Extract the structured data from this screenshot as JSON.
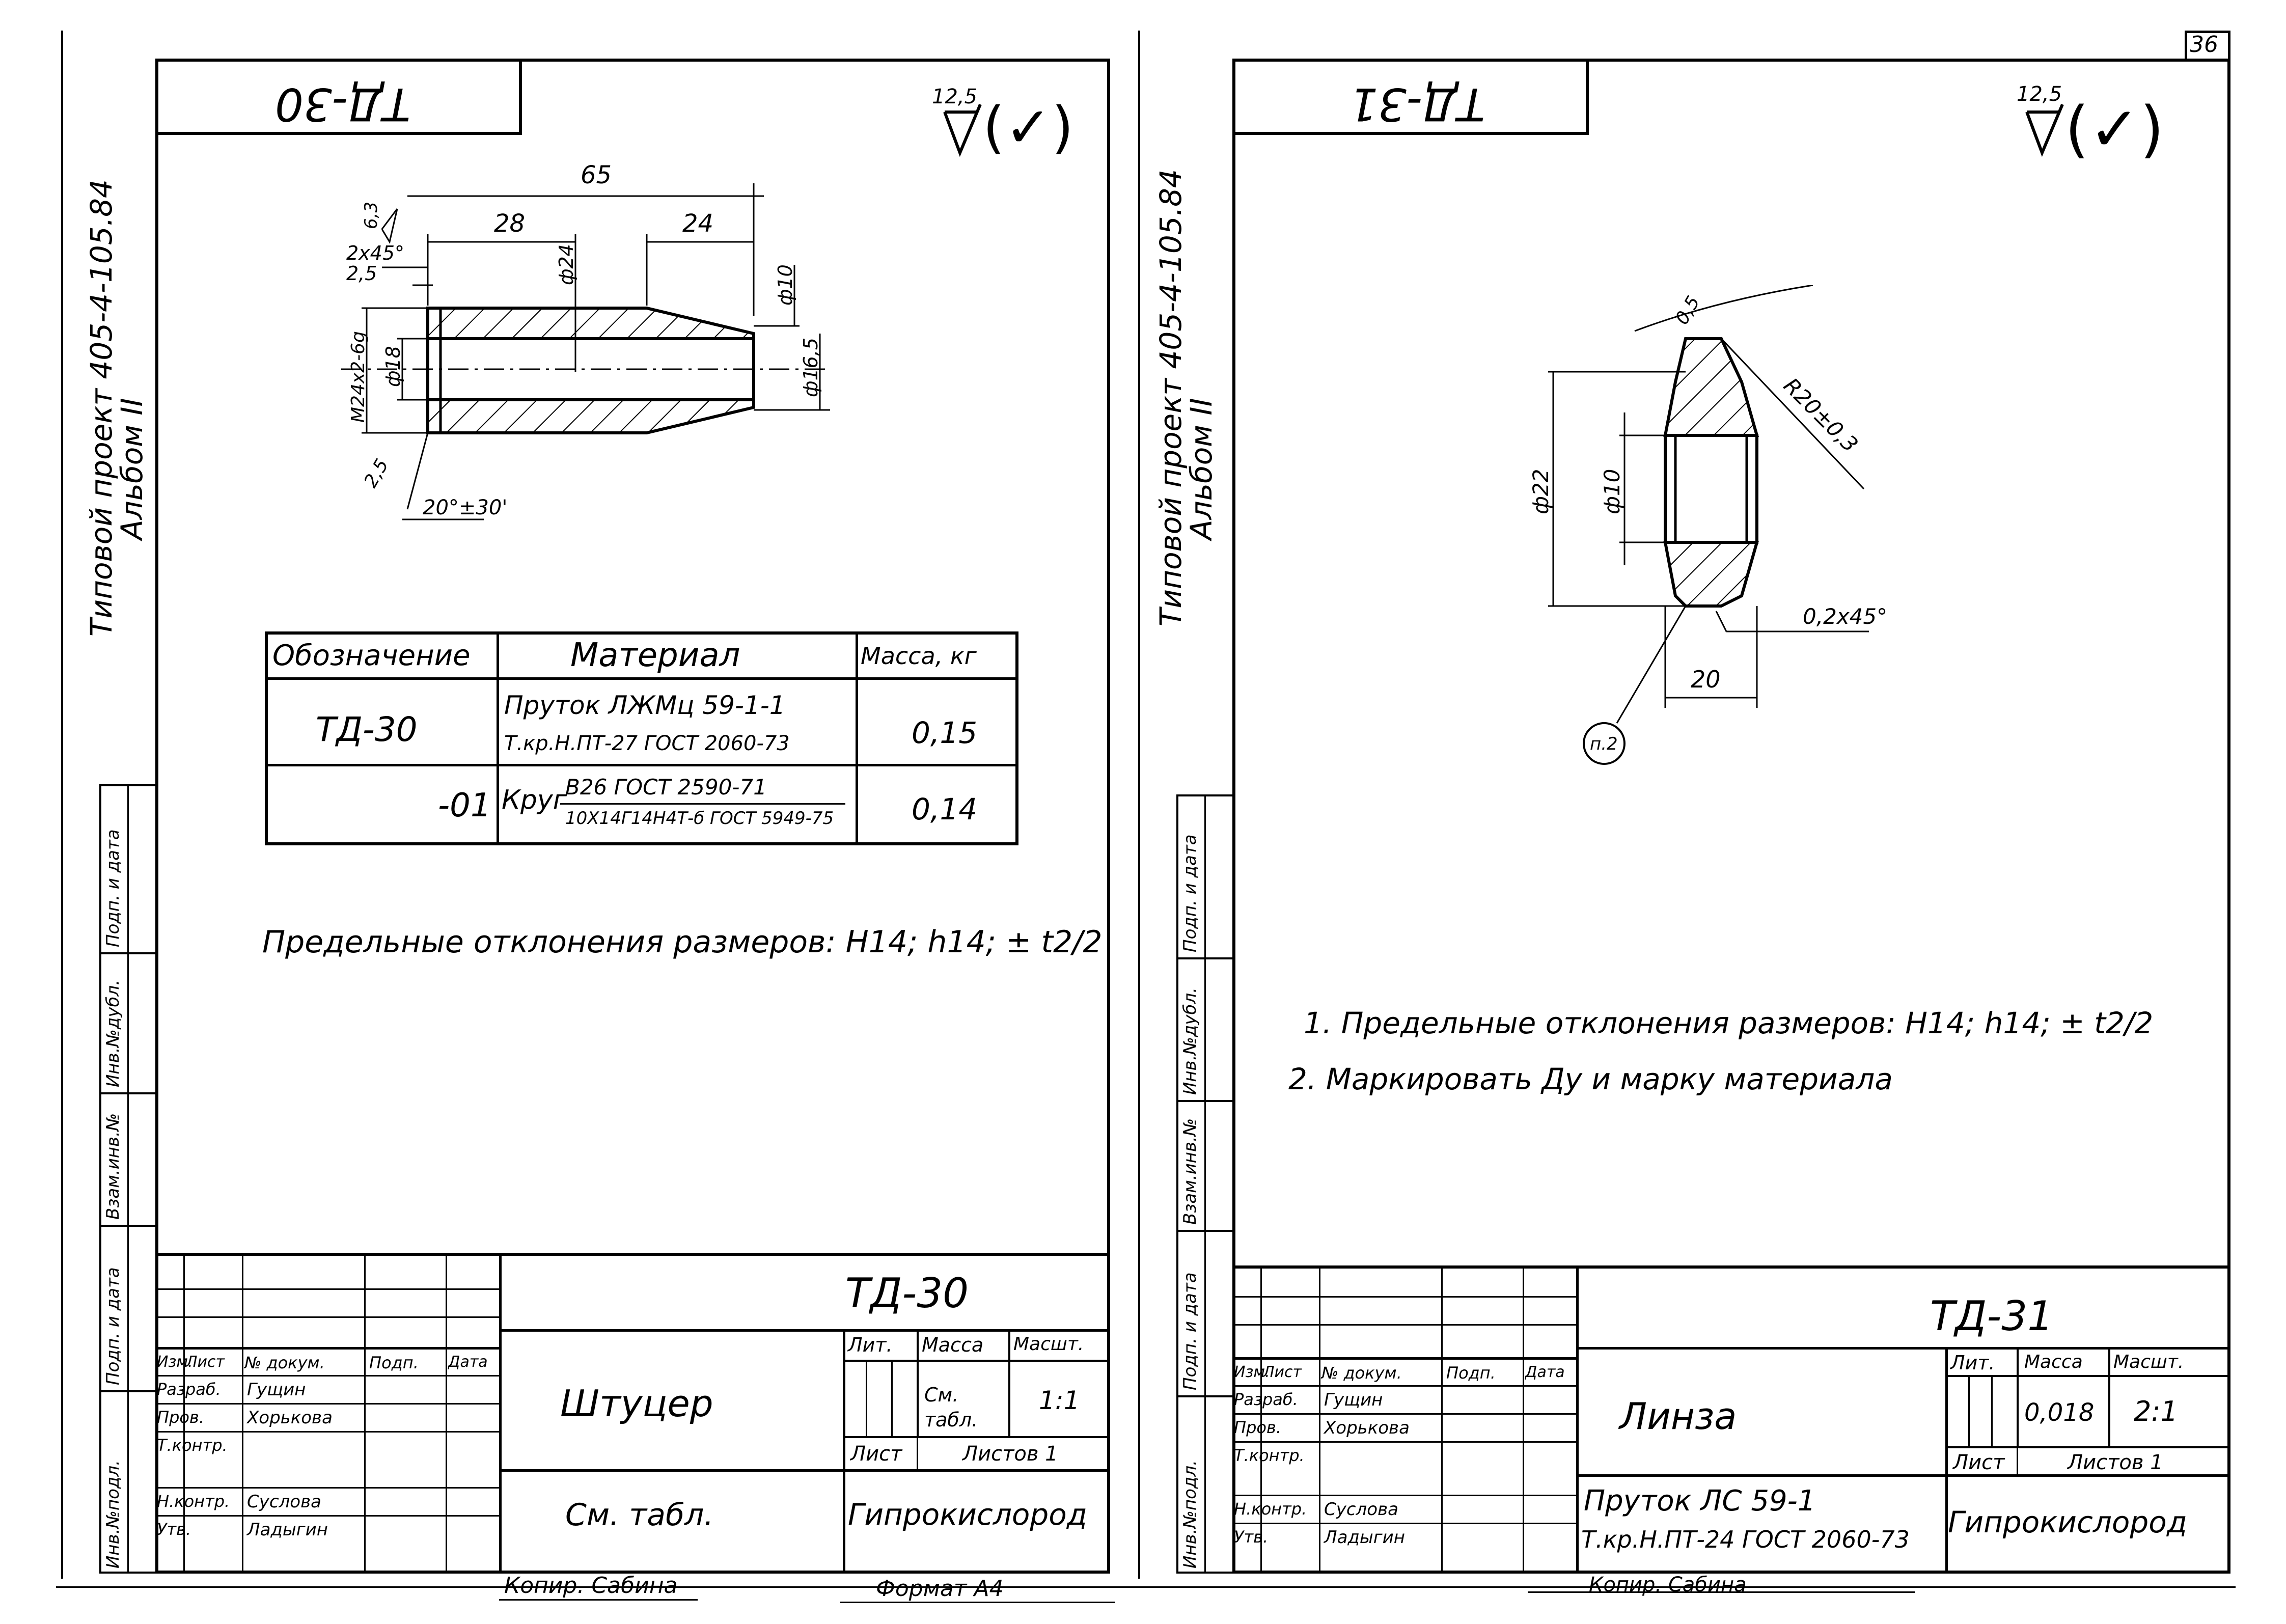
{
  "page_number": "36",
  "left_sheet": {
    "side_caption_line1": "Типовой проект 405-4-105.84",
    "side_caption_line2": "Альбом II",
    "stamp_labels": [
      "Инв.№подл.",
      "Подп. и дата",
      "Взам.инв.№",
      "Инв.№дубл.",
      "Подп. и дата"
    ],
    "title_tab": "ТД-30",
    "roughness": {
      "value": "12,5",
      "bracket": "(✓)"
    },
    "dims": {
      "overall": "65",
      "left": "28",
      "right": "24",
      "chamfer": "2x45°",
      "chamfer_width": "2,5",
      "roughness_local": "6,3",
      "thread": "М24х2-6g",
      "bore": "ф18",
      "dia_mid": "ф24",
      "dia_right": "ф10",
      "dia_right2": "ф16,5",
      "cone_rough": "2,5",
      "angle": "20°±30'"
    },
    "table": {
      "headers": [
        "Обозначение",
        "Материал",
        "Масса, кг"
      ],
      "rows": [
        {
          "designation": "ТД-30",
          "material_line1": "Пруток ЛЖМц 59-1-1",
          "material_line2": "Т.кр.Н.ПТ-27 ГОСТ 2060-73",
          "mass": "0,15"
        },
        {
          "designation": "-01",
          "material_prefix": "Круг",
          "material_line1": "В26 ГОСТ 2590-71",
          "material_line2": "10Х14Г14Н4Т-б ГОСТ 5949-75",
          "mass": "0,14"
        }
      ]
    },
    "note": "Предельные отклонения размеров: Н14; h14; ± t2/2",
    "title_block": {
      "code": "ТД-30",
      "name": "Штуцер",
      "material": "См. табл.",
      "org": "Гипрокислород",
      "col_headers": [
        "Изм.",
        "Лист",
        "№ докум.",
        "Подп.",
        "Дата"
      ],
      "roles": [
        "Разраб.",
        "Пров.",
        "Т.контр.",
        "Н.контр.",
        "Утв."
      ],
      "names": [
        "Гущин",
        "Хорькова",
        "",
        "Суслова",
        "Ладыгин"
      ],
      "lit_label": "Лит.",
      "mass_label": "Масса",
      "scale_label": "Масшт.",
      "mass_value": "См. табл.",
      "scale_value": "1:1",
      "sheet_label": "Лист",
      "sheets_label": "Листов 1"
    },
    "footer_copied": "Копир. Сабина",
    "footer_format": "Формат А4"
  },
  "right_sheet": {
    "side_caption_line1": "Типовой проект 405-4-105.84",
    "side_caption_line2": "Альбом II",
    "stamp_labels": [
      "Инв.№подл.",
      "Подп. и дата",
      "Взам.инв.№",
      "Инв.№дубл.",
      "Подп. и дата"
    ],
    "title_tab": "ТД-31",
    "roughness": {
      "value": "12,5",
      "bracket": "(✓)"
    },
    "dims": {
      "edge_rough": "0,5",
      "radius": "R20±0,3",
      "outer": "ф22",
      "inner": "ф10",
      "chamfer": "0,2х45°",
      "width": "20",
      "callout": "п.2"
    },
    "notes": [
      "1. Предельные отклонения размеров: Н14; h14; ± t2/2",
      "2. Маркировать Ду и марку материала"
    ],
    "title_block": {
      "code": "ТД-31",
      "name": "Линза",
      "material_line1": "Пруток ЛС 59-1",
      "material_line2": "Т.кр.Н.ПТ-24 ГОСТ 2060-73",
      "org": "Гипрокислород",
      "col_headers": [
        "Изм.",
        "Лист",
        "№ докум.",
        "Подп.",
        "Дата"
      ],
      "roles": [
        "Разраб.",
        "Пров.",
        "Т.контр.",
        "Н.контр.",
        "Утв."
      ],
      "names": [
        "Гущин",
        "Хорькова",
        "",
        "Суслова",
        "Ладыгин"
      ],
      "lit_label": "Лит.",
      "mass_label": "Масса",
      "scale_label": "Масшт.",
      "mass_value": "0,018",
      "scale_value": "2:1",
      "sheet_label": "Лист",
      "sheets_label": "Листов 1"
    },
    "footer_copied": "Копир. Сабина"
  }
}
